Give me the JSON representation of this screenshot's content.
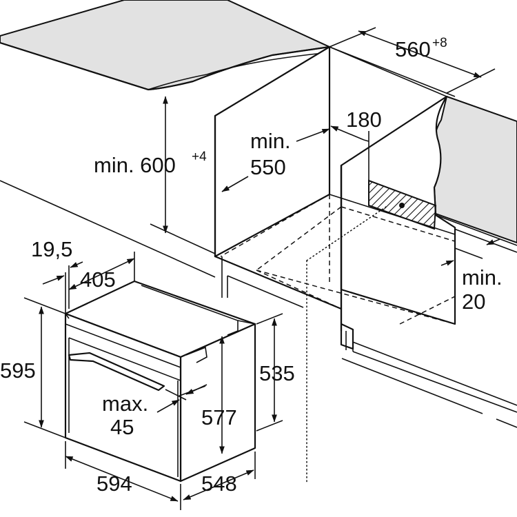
{
  "colors": {
    "line": "#111111",
    "countertop": "#e2e2e2",
    "background": "#ffffff"
  },
  "labels": {
    "niche_height_value": "min. 600",
    "niche_height_tolerance": "+4",
    "niche_depth_prefix": "min.",
    "niche_depth_value": "550",
    "ventilation_gap": "180",
    "niche_width_value": "560",
    "niche_width_tolerance": "+8",
    "rear_gap_prefix": "min.",
    "rear_gap_value": "20",
    "panel_thickness": "19,5",
    "mount_offset": "405",
    "oven_height": "595",
    "door_gap_prefix": "max.",
    "door_gap_value": "45",
    "body_height": "577",
    "body_height_rear": "535",
    "oven_width": "594",
    "oven_depth": "548"
  }
}
